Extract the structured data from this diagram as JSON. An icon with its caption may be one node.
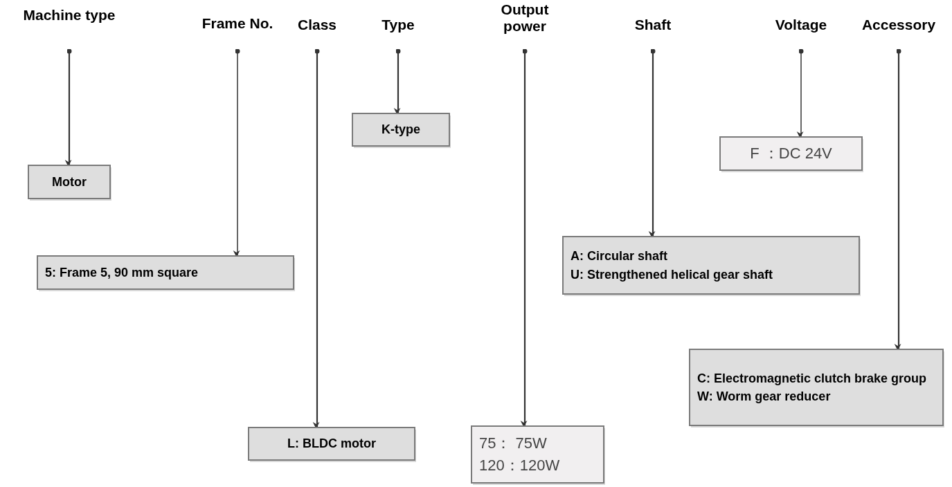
{
  "diagram": {
    "nodes": [
      {
        "text": [
          "Machine type"
        ]
      },
      {
        "text": [
          "Frame No."
        ]
      },
      {
        "text": [
          "Class"
        ]
      },
      {
        "text": [
          "Type"
        ]
      },
      {
        "text": [
          "Output power"
        ]
      },
      {
        "text": [
          "Shaft"
        ]
      },
      {
        "text": [
          "Voltage"
        ]
      },
      {
        "text": [
          "Accessory"
        ]
      },
      {
        "text": [
          "Motor"
        ]
      },
      {
        "text": [
          "5: Frame 5, 90 mm square"
        ]
      },
      {
        "text": [
          "L: BLDC motor"
        ]
      },
      {
        "text": [
          "K-type"
        ]
      },
      {
        "text": [
          "75： 75W",
          "120：120W"
        ]
      },
      {
        "text": [
          "A: Circular shaft",
          "U: Strengthened helical gear shaft"
        ]
      },
      {
        "text": [
          "F ：DC 24V"
        ]
      },
      {
        "text": [
          "C: Electromagnetic clutch brake group",
          "W: Worm gear reducer"
        ]
      }
    ],
    "edges": [
      {
        "from": 0,
        "to": 8,
        "arrow": "to"
      },
      {
        "from": 1,
        "to": 9,
        "arrow": "to"
      },
      {
        "from": 2,
        "to": 10,
        "arrow": "to"
      },
      {
        "from": 3,
        "to": 11,
        "arrow": "to"
      },
      {
        "from": 4,
        "to": 12,
        "arrow": "to"
      },
      {
        "from": 5,
        "to": 13,
        "arrow": "to"
      },
      {
        "from": 6,
        "to": 14,
        "arrow": "to"
      },
      {
        "from": 7,
        "to": 15,
        "arrow": "to"
      }
    ]
  }
}
